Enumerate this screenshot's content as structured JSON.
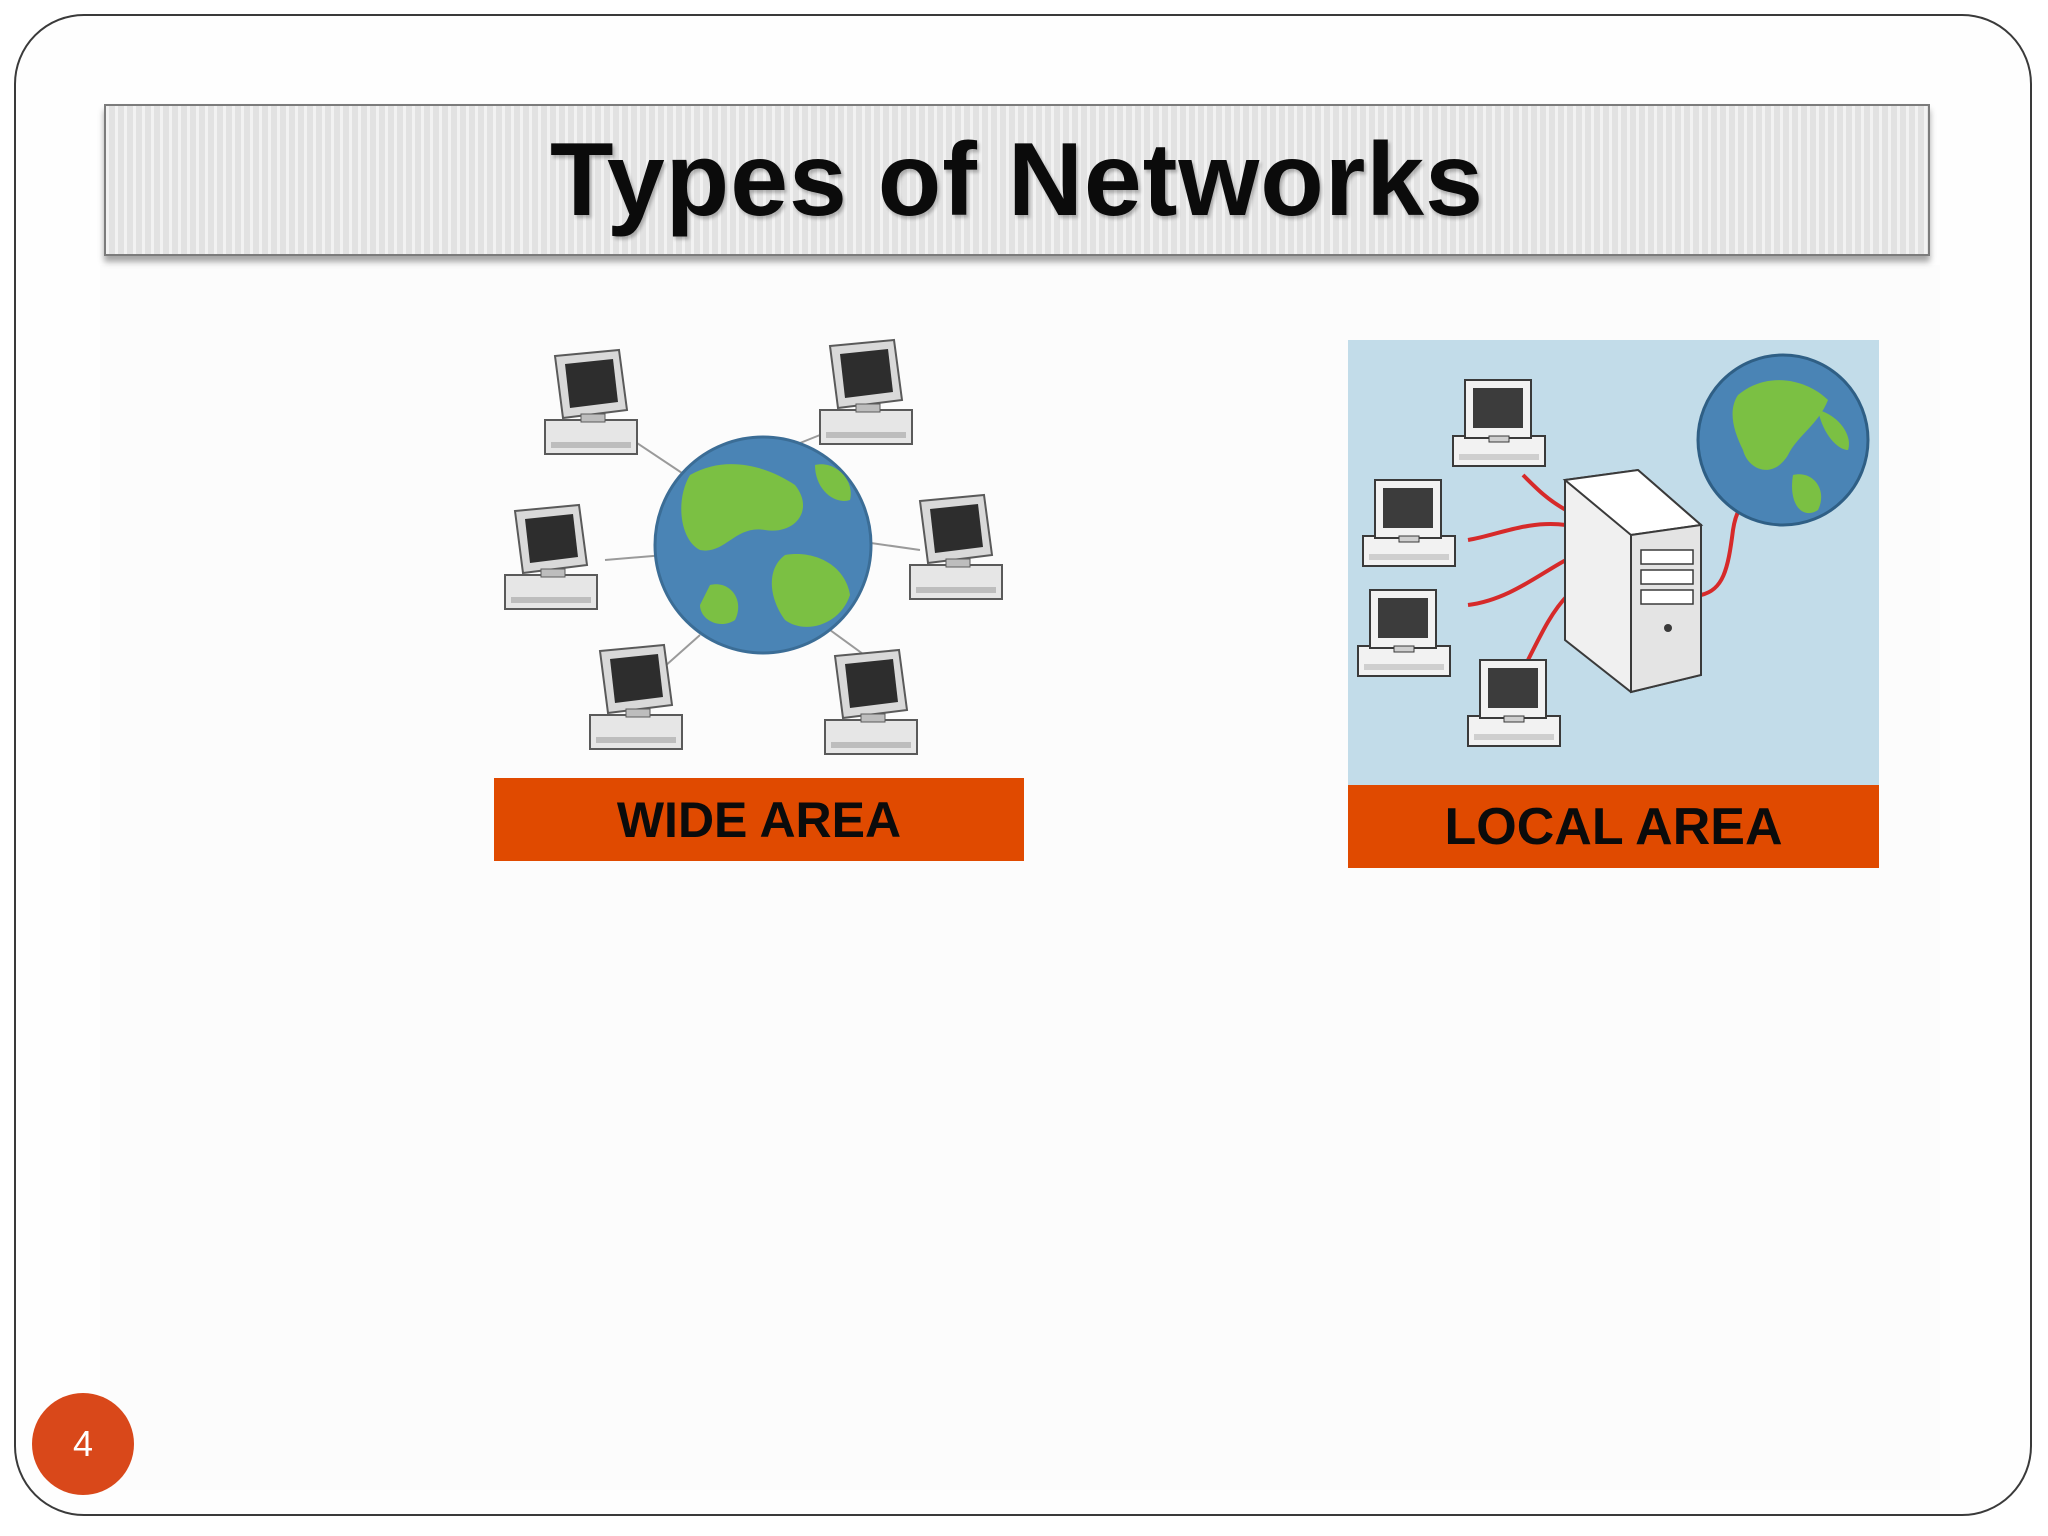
{
  "slide": {
    "title": "Types of Networks",
    "page_number": "4"
  },
  "images": [
    {
      "label": "WIDE AREA",
      "icon": "wan-diagram-icon"
    },
    {
      "label": "LOCAL AREA",
      "icon": "lan-diagram-icon"
    }
  ],
  "colors": {
    "accent_orange": "#e04a00",
    "page_badge": "#d9481a",
    "title_bar": "#e2e2e2",
    "lan_background": "#c2dce9",
    "cable_red": "#d62a2a",
    "globe_blue": "#4a84b5",
    "globe_green": "#7bc043"
  }
}
